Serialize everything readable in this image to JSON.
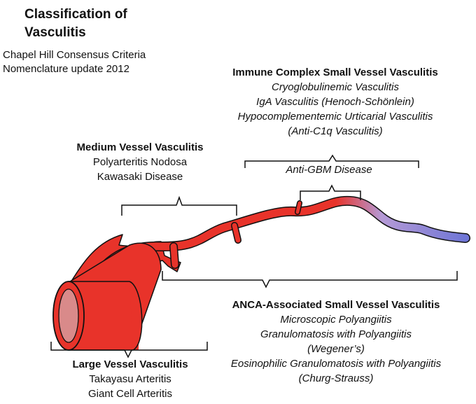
{
  "title_lines": [
    "Classification of",
    "Vasculitis"
  ],
  "subtitle_lines": [
    "Chapel Hill Consensus Criteria",
    "Nomenclature update 2012"
  ],
  "immune_complex": {
    "heading": "Immune Complex Small Vessel Vasculitis",
    "items": [
      "Cryoglobulinemic Vasculitis",
      "IgA Vasculitis (Henoch-Schönlein)",
      "Hypocomplementemic Urticarial Vasculitis",
      "(Anti-C1q Vasculitis)"
    ]
  },
  "anti_gbm": {
    "label": "Anti-GBM Disease"
  },
  "medium_vessel": {
    "heading": "Medium Vessel Vasculitis",
    "items": [
      "Polyarteritis Nodosa",
      "Kawasaki Disease"
    ]
  },
  "anca": {
    "heading": "ANCA-Associated Small Vessel Vasculitis",
    "items": [
      "Microscopic Polyangiitis",
      "Granulomatosis with Polyangiitis",
      "(Wegener’s)",
      "Eosinophilic Granulomatosis with Polyangiitis",
      "(Churg-Strauss)"
    ]
  },
  "large_vessel": {
    "heading": "Large Vessel Vasculitis",
    "items": [
      "Takayasu Arteritis",
      "Giant Cell Arteritis"
    ]
  },
  "colors": {
    "artery_red": "#e8332a",
    "artery_lumen": "#d98a8a",
    "venule_lavender": "#b59ad6",
    "vein_blue": "#6f76d6",
    "outline": "#111111"
  }
}
